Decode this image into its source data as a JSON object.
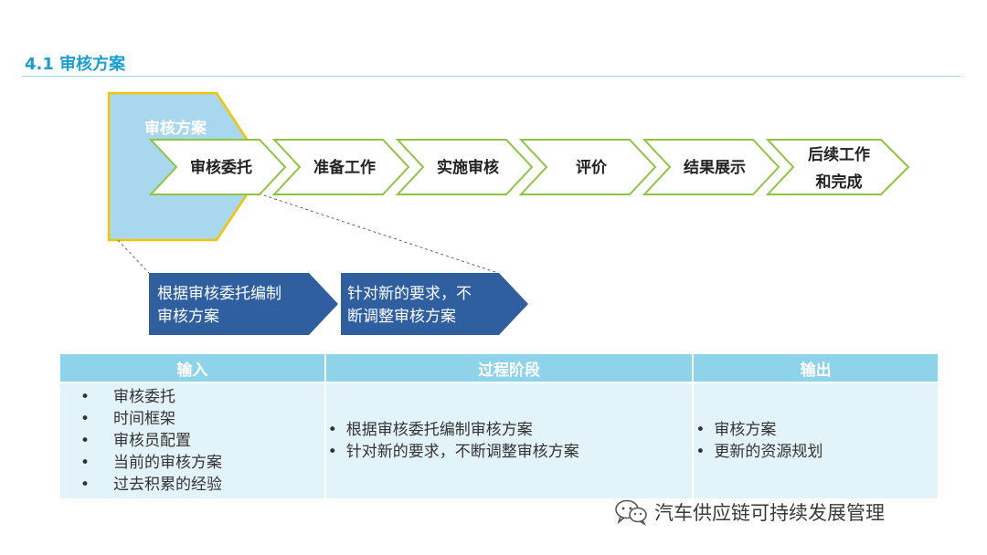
{
  "section": {
    "title": "4.1 审核方案"
  },
  "flow": {
    "plan_label": "审核方案",
    "stages": [
      {
        "id": "entrust",
        "label": "审核委托"
      },
      {
        "id": "prepare",
        "label": "准备工作"
      },
      {
        "id": "implement",
        "label": "实施审核"
      },
      {
        "id": "evaluate",
        "label": "评价"
      },
      {
        "id": "present",
        "label": "结果展示"
      },
      {
        "id": "followup",
        "lines": [
          "后续工作",
          "和完成"
        ]
      }
    ],
    "details": [
      {
        "lines": [
          "根据审核委托编制",
          "审核方案"
        ]
      },
      {
        "lines": [
          "针对新的要求，不",
          "断调整审核方案"
        ]
      }
    ]
  },
  "table": {
    "headers": [
      "输入",
      "过程阶段",
      "输出"
    ],
    "inputs": [
      "审核委托",
      "时间框架",
      "审核员配置",
      "当前的审核方案",
      "过去积累的经验"
    ],
    "process": [
      "根据审核委托编制审核方案",
      "针对新的要求，不断调整审核方案"
    ],
    "outputs": [
      "审核方案",
      "更新的资源规划"
    ]
  },
  "watermark": {
    "text": "汽车供应链可持续发展管理"
  },
  "colors": {
    "accent": "#1a9ed0",
    "stage_border": "#8cc63f",
    "plan_fill": "#a9d8ee",
    "plan_border": "#f2c500",
    "detail_fill": "#2f5f9e",
    "header_fill": "#8fd3ea",
    "cell_fill": "#e3f3fa"
  }
}
